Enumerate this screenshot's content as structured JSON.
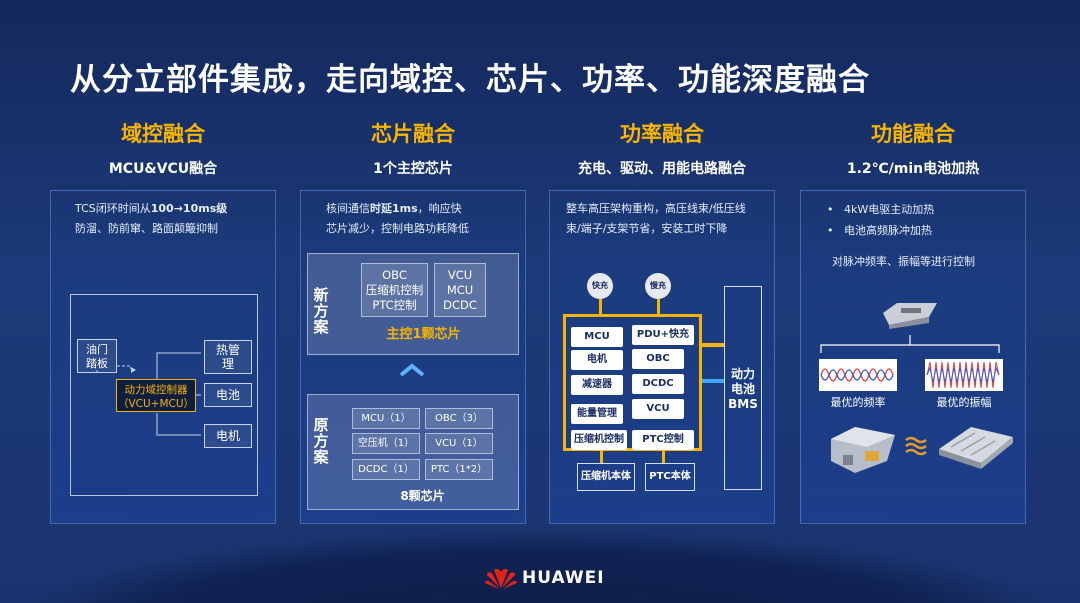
{
  "title": "从分立部件集成，走向域控、芯片、功率、功能深度融合",
  "columns": [
    {
      "head": "域控融合",
      "sub": "MCU&VCU融合"
    },
    {
      "head": "芯片融合",
      "sub": "1个主控芯片"
    },
    {
      "head": "功率融合",
      "sub": "充电、驱动、用能电路融合"
    },
    {
      "head": "功能融合",
      "sub": "1.2℃/min电池加热"
    }
  ],
  "card1": {
    "line1_pre": "TCS闭环时间从",
    "line1_bold": "100→10ms级",
    "line2": "防溜、防前窜、路面颠簸抑制",
    "pedal": "油门\n踏板",
    "controller": "动力域控制器\n（VCU+MCU）",
    "thermal": "热管\n理",
    "battery": "电池",
    "motor": "电机"
  },
  "card2": {
    "line1_pre": "核间通信",
    "line1_bold": "时延1ms",
    "line1_post": "，响应快",
    "line2": "芯片减少，控制电路功耗降低",
    "new_label": "新\n方\n案",
    "new_box1": "OBC\n压缩机控制\nPTC控制",
    "new_box2": "VCU\nMCU\nDCDC",
    "new_caption": "主控1颗芯片",
    "old_label": "原\n方\n案",
    "old_items": [
      "MCU（1）",
      "OBC（3）",
      "空压机（1）",
      "VCU（1）",
      "DCDC（1）",
      "PTC（1*2）"
    ],
    "old_caption": "8颗芯片"
  },
  "card3": {
    "line1": "整车高压架构重构，高压线束/低压线",
    "line2": "束/端子/支架节省，安装工时下降",
    "fast": "快充",
    "slow": "慢充",
    "chips_left": [
      "MCU",
      "电机",
      "减速器",
      "能量管理",
      "压缩机控制"
    ],
    "chips_right": [
      "PDU+快充",
      "OBC",
      "DCDC",
      "VCU",
      "PTC控制"
    ],
    "compressor": "压缩机本体",
    "ptc": "PTC本体",
    "bms": "动力\n电池\nBMS"
  },
  "card4": {
    "bullets": [
      "4kW电驱主动加热",
      "电池高频脉冲加热"
    ],
    "line3": "对脉冲频率、振幅等进行控制",
    "freq": "最优的频率",
    "amp": "最优的振幅"
  },
  "brand": "HUAWEI",
  "colors": {
    "accent": "#f7b500",
    "bg": "#1c3a7a"
  }
}
